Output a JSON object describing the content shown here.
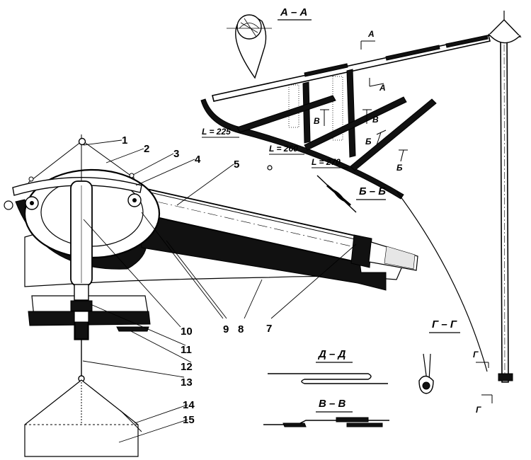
{
  "callouts": [
    "1",
    "2",
    "3",
    "4",
    "5",
    "7",
    "8",
    "9",
    "10",
    "11",
    "12",
    "13",
    "14",
    "15"
  ],
  "sections": {
    "aa": "А – А",
    "bb": "Б – Б",
    "gg": "Г – Г",
    "dd": "Д – Д",
    "vv": "В – В"
  },
  "lengths": {
    "l225": "L = 225",
    "l260": "L = 260",
    "l270": "L = 270"
  },
  "cut_marks": {
    "a": "A",
    "b": "Б",
    "v": "В",
    "g": "Г"
  }
}
